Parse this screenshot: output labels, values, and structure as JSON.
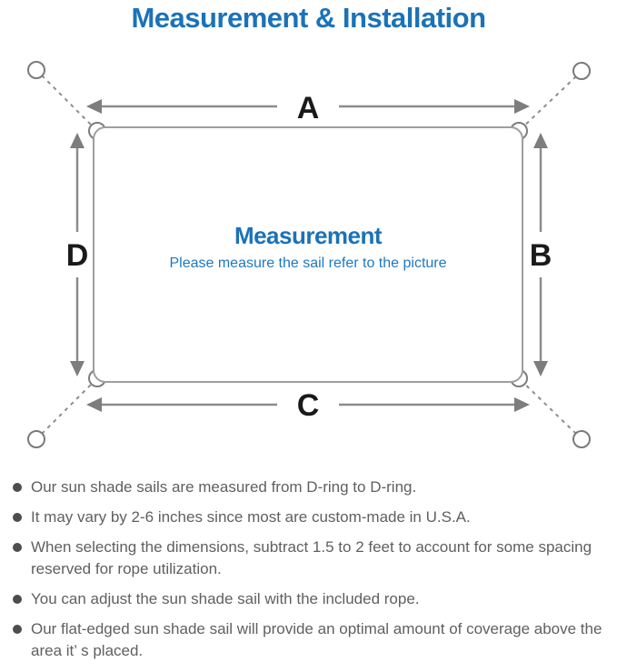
{
  "page": {
    "title": "Measurement & Installation"
  },
  "diagram": {
    "dimension_labels": {
      "top": "A",
      "right": "B",
      "bottom": "C",
      "left": "D"
    },
    "center": {
      "title": "Measurement",
      "subtitle": "Please measure the sail refer to the picture"
    },
    "icons": [
      "anchor-ring-icon",
      "d-ring-icon",
      "dimension-arrow-icon"
    ],
    "colors": {
      "accent_blue": "#1b72b8",
      "subtitle_blue": "#1e79c0",
      "line_gray": "#8c8c8c",
      "arrowhead_gray": "#7d7d7d",
      "rect_border_gray": "#9e9e9e",
      "label_black": "#1a1a1a",
      "body_text_gray": "#606060"
    }
  },
  "notes": {
    "items": [
      "Our sun shade sails are measured from D-ring to D-ring.",
      "It may vary by 2-6 inches since most are custom-made in U.S.A.",
      "When selecting the dimensions, subtract 1.5 to 2 feet to account for some spacing reserved for rope utilization.",
      "You can adjust the sun shade sail with the included rope.",
      "Our flat-edged sun shade sail will provide an optimal amount of coverage above the area it’ s placed."
    ]
  }
}
